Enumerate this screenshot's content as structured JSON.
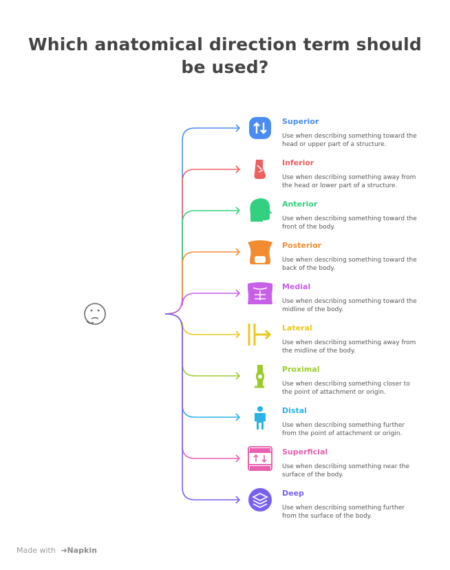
{
  "title": "Which anatomical direction term should be used?",
  "root_icon": "thinking-face-icon",
  "items": [
    {
      "term": "Superior",
      "description": "Use when describing something toward the head or upper part of a structure.",
      "color": "#4a8cf0",
      "icon": "up-down-arrows-icon"
    },
    {
      "term": "Inferior",
      "description": "Use when describing something away from the head or lower part of a structure.",
      "color": "#ee6060",
      "icon": "foot-icon"
    },
    {
      "term": "Anterior",
      "description": "Use when describing something toward the front of the body.",
      "color": "#33d17f",
      "icon": "head-profile-icon"
    },
    {
      "term": "Posterior",
      "description": "Use when describing something toward the back of the body.",
      "color": "#f28c30",
      "icon": "torso-back-icon"
    },
    {
      "term": "Medial",
      "description": "Use when describing something toward the midline of the body.",
      "color": "#c75fe8",
      "icon": "torso-front-icon"
    },
    {
      "term": "Lateral",
      "description": "Use when describing something away from the midline of the body.",
      "color": "#e8c91f",
      "icon": "arrow-out-from-line-icon"
    },
    {
      "term": "Proximal",
      "description": "Use when describing something closer to the point of attachment or origin.",
      "color": "#9ccc2c",
      "icon": "limb-joint-icon"
    },
    {
      "term": "Distal",
      "description": "Use when describing something further from the point of attachment or origin.",
      "color": "#2ab3e6",
      "icon": "standing-person-icon"
    },
    {
      "term": "Superficial",
      "description": "Use when describing something near the surface of the body.",
      "color": "#e860b0",
      "icon": "skin-layers-icon"
    },
    {
      "term": "Deep",
      "description": "Use when describing something further from the surface of the body.",
      "color": "#7b5ff0",
      "icon": "stacked-layers-icon"
    }
  ],
  "footer": {
    "prefix": "Made with",
    "brand": "Napkin"
  }
}
